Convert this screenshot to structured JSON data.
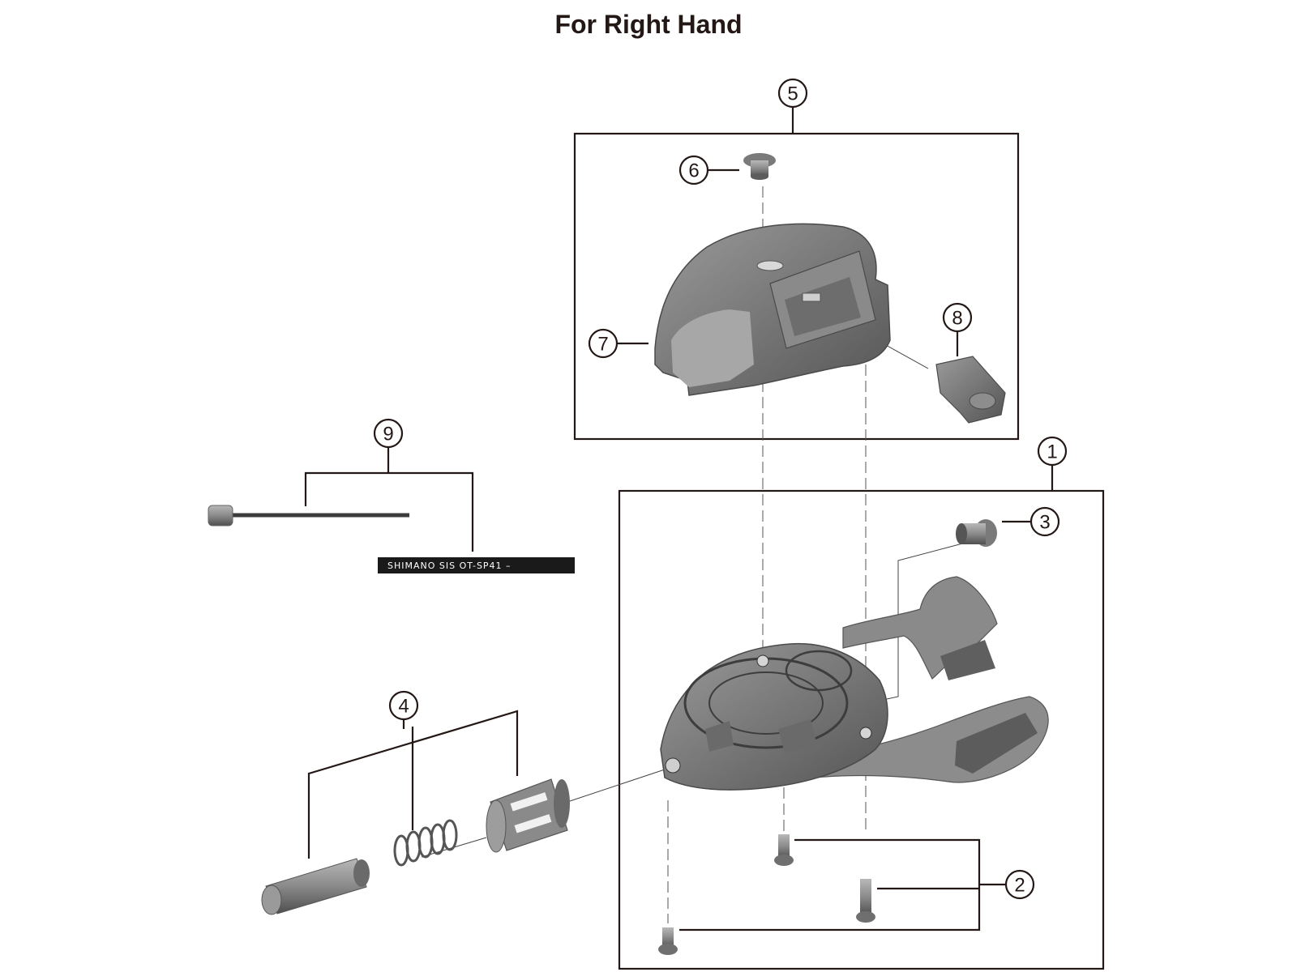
{
  "title": "For Right Hand",
  "callouts": [
    {
      "id": "1",
      "text": "1",
      "name": "callout-1"
    },
    {
      "id": "2",
      "text": "2",
      "name": "callout-2"
    },
    {
      "id": "3",
      "text": "3",
      "name": "callout-3"
    },
    {
      "id": "4",
      "text": "4",
      "name": "callout-4"
    },
    {
      "id": "5",
      "text": "5",
      "name": "callout-5"
    },
    {
      "id": "6",
      "text": "6",
      "name": "callout-6"
    },
    {
      "id": "7",
      "text": "7",
      "name": "callout-7"
    },
    {
      "id": "8",
      "text": "8",
      "name": "callout-8"
    },
    {
      "id": "9",
      "text": "9",
      "name": "callout-9"
    }
  ],
  "cable_housing_text": "SHIMANO SIS  OT-SP41 –",
  "colors": {
    "line": "#231815",
    "part_dark": "#6b6b6b",
    "part_mid": "#8a8a8a",
    "part_light": "#a9a9a9",
    "housing": "#1a1a1a"
  }
}
